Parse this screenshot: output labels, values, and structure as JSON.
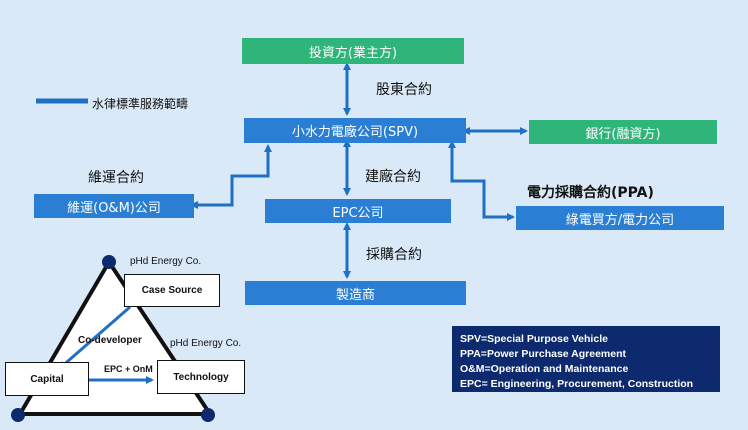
{
  "boxes": {
    "investor": "投資方(業主方)",
    "spv": "小水力電廠公司(SPV)",
    "bank": "銀行(融資方)",
    "om": "維運(O&M)公司",
    "epc": "EPC公司",
    "offtaker": "綠電買方/電力公司",
    "manufacturer": "製造商"
  },
  "labels": {
    "shareholder": "股東合約",
    "om_contract": "維運合約",
    "construction": "建廠合約",
    "ppa": "電力採購合約(PPA)",
    "procurement": "採購合約"
  },
  "legend": {
    "text": "水律標準服務範疇"
  },
  "notes": [
    "SPV=Special Purpose Vehicle",
    "PPA=Power Purchase Agreement",
    "O&M=Operation and Maintenance",
    "EPC= Engineering, Procurement, Construction"
  ],
  "triangle": {
    "case_source": "Case Source",
    "capital": "Capital",
    "technology": "Technology",
    "co_developer": "Co-developer",
    "epc_onm": "EPC + OnM",
    "phd_top": "pHd Energy Co.",
    "phd_right": "pHd Energy Co."
  },
  "colors": {
    "green": "#2fb47a",
    "blue": "#2a7fd4",
    "arrow": "#1f6fc4",
    "navy": "#0e2a6e",
    "background": "#dae9f8"
  }
}
